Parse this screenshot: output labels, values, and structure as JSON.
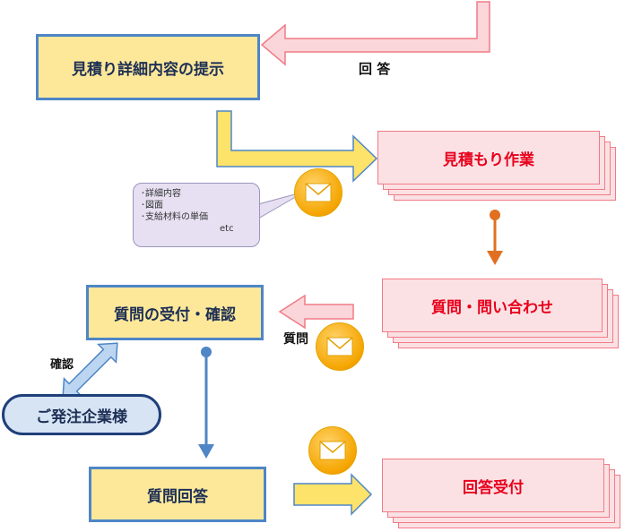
{
  "nodes": {
    "estimate_detail": "見積り詳細内容の提示",
    "estimate_work": "見積もり作業",
    "question_receive": "質問の受付・確認",
    "inquiry": "質問・問い合わせ",
    "client": "ご発注企業様",
    "question_answer": "質問回答",
    "answer_receive": "回答受付"
  },
  "labels": {
    "answer": "回 答",
    "question": "質問",
    "confirm": "確認"
  },
  "note": {
    "lines": [
      "･詳細内容",
      "･図面",
      "･支給材料の単価"
    ],
    "etc": "etc"
  },
  "icons": [
    "mail-icon",
    "mail-icon",
    "mail-icon"
  ],
  "colors": {
    "box_fill": "#fde89a",
    "box_border": "#4f86c6",
    "stack_fill": "#fbe1e4",
    "stack_border": "#f07b86",
    "stack_text": "#e8001c",
    "arrow_yellow": "#fde36a",
    "arrow_pink": "#fad6da",
    "flow_orange": "#e07020",
    "flow_blue": "#4f86c6"
  }
}
